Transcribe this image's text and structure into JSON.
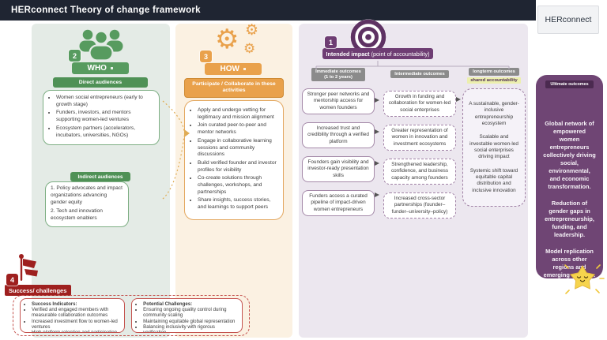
{
  "header": {
    "title": "HERconnect Theory of change framework"
  },
  "logo": {
    "label": "HERconnect"
  },
  "who": {
    "number": "2",
    "label": "WHO",
    "direct_badge": "Direct audiences",
    "direct_items": [
      "Women social entrepreneurs (early to growth stage)",
      "Funders, investors, and mentors supporting women-led ventures",
      "Ecosystem partners (accelerators, incubators, universities, NGOs)"
    ],
    "indirect_badge": "Indirect audiences",
    "indirect_items": [
      "1. Policy advocates and impact organizations advancing gender equity",
      "2. Tech and innovation ecosystem enablers"
    ]
  },
  "how": {
    "number": "3",
    "label": "HOW",
    "badge": "Participate / Collaborate in these activities",
    "items": [
      "Apply and undergo vetting for legitimacy and mission alignment",
      "Join curated peer-to-peer and mentor networks",
      "Engage in collaborative learning sessions and community discussions",
      "Build verified founder and investor profiles for visibility",
      "Co-create solutions through challenges, workshops, and partnerships",
      "Share insights, success stories, and learnings to support peers"
    ]
  },
  "impact": {
    "number": "1",
    "title": "Intended impact",
    "title_suffix": "(point of accountability)",
    "immediate": {
      "label": "Immediate outcomes",
      "sublabel": "(1 to 2 years)",
      "boxes": [
        "Stronger peer networks and mentorship access for women founders",
        "Increased trust and credibility through a verified platform",
        "Founders gain visibility and investor-ready presentation skills",
        "Funders access a curated pipeline of impact-driven women entrepreneurs"
      ]
    },
    "intermediate": {
      "label": "Intermediate outcomes",
      "boxes": [
        "Growth in funding and collaboration for women-led social enterprises",
        "Greater representation of women in innovation and investment ecosystems",
        "Strengthened leadership, confidence, and business capacity among founders",
        "Increased cross-sector partnerships (founder–funder–university–policy)"
      ]
    },
    "longterm": {
      "label": "longterm outcomes",
      "sublabel": "shared accountability",
      "boxes": [
        "A sustainable, gender-inclusive entrepreneurship ecosystem",
        "Scalable and investable women-led social enterprises driving impact",
        "Systemic shift toward equitable capital distribution and inclusive innovation"
      ]
    }
  },
  "ultimate": {
    "badge": "Ultimate outcomes",
    "paragraphs": [
      "Global network of empowered women entrepreneurs collectively driving social, environmental, and economic transformation.",
      "Reduction of gender gaps in entrepreneurship, funding, and leadership.",
      "Model replication across other regions and emerging markets."
    ]
  },
  "success": {
    "number": "4",
    "label": "Success/ challenges",
    "indicators": {
      "heading": "Success Indicators:",
      "items": [
        "Verified and engaged members with measurable collaboration outcomes",
        "Increased investment flow to women-led ventures",
        "High platform retention and participation rates"
      ]
    },
    "challenges": {
      "heading": "Potential Challenges:",
      "items": [
        "Ensuring ongoing quality control during community scaling",
        "Maintaining equitable global representation",
        "Balancing inclusivity with rigorous verification"
      ]
    }
  },
  "icons": {
    "who": "people-icon",
    "how": "gears-icon",
    "impact": "target-icon",
    "success": "flag-icon",
    "mascot": "star-face-icon"
  },
  "colors": {
    "navy": "#1f2532",
    "green": "#579b5f",
    "green_dark": "#4f9156",
    "green_bg": "#e4ebe6",
    "orange": "#e9a14b",
    "cream_bg": "#fbf1e2",
    "purple": "#6e3d73",
    "purple_panel": "#6f4574",
    "lavender_bg": "#ece7ef",
    "gray_badge": "#8b8b8b",
    "highlight": "#ecefae",
    "red": "#9e201f",
    "star_yellow": "#f6d44d"
  }
}
